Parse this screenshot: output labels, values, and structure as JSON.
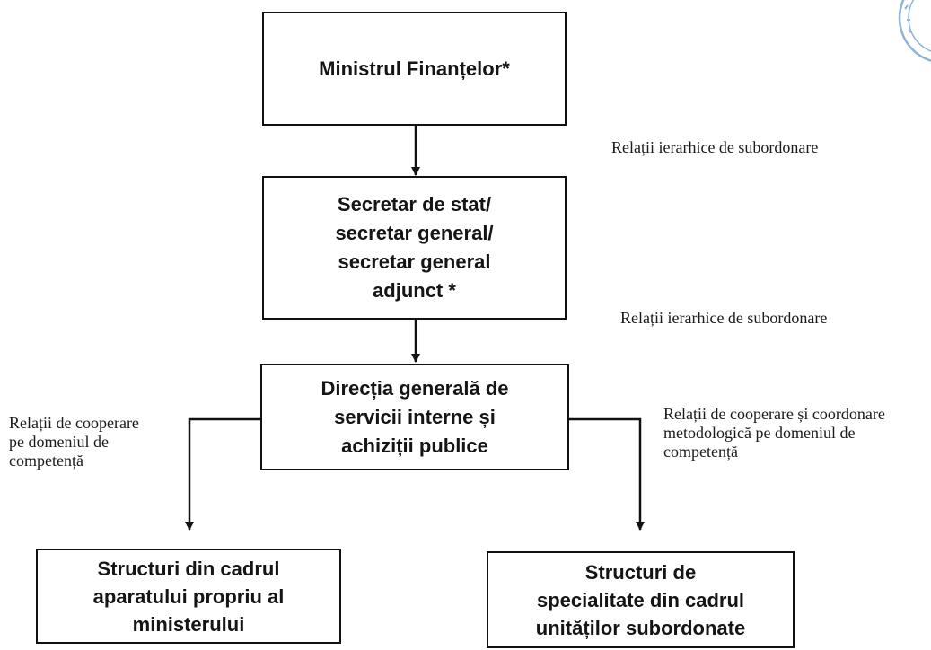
{
  "boxes": {
    "minister": "Ministrul Finanțelor*",
    "secretary": "Secretar de stat/\nsecretar general/\nsecretar general\nadjunct *",
    "directorate": "Direcția generală de\nservicii interne și\nachiziții publice",
    "own_structures": "Structuri din cadrul\naparatului propriu al\nministerului",
    "subordinate_structures": "Structuri de\nspecialitate din cadrul\nunităților subordonate"
  },
  "relations": {
    "minister_to_secretary": "Relații ierarhice de subordonare",
    "secretary_to_directorate": "Relații ierarhice de subordonare",
    "to_own_structures": "Relații de cooperare\npe domeniul de\ncompetență",
    "to_subordinate_structures": "Relații de cooperare și coordonare\nmetodologică pe domeniul de\ncompetență"
  },
  "colors": {
    "line": "#111111",
    "text": "#151515",
    "stamp": "#8fb3d6"
  }
}
